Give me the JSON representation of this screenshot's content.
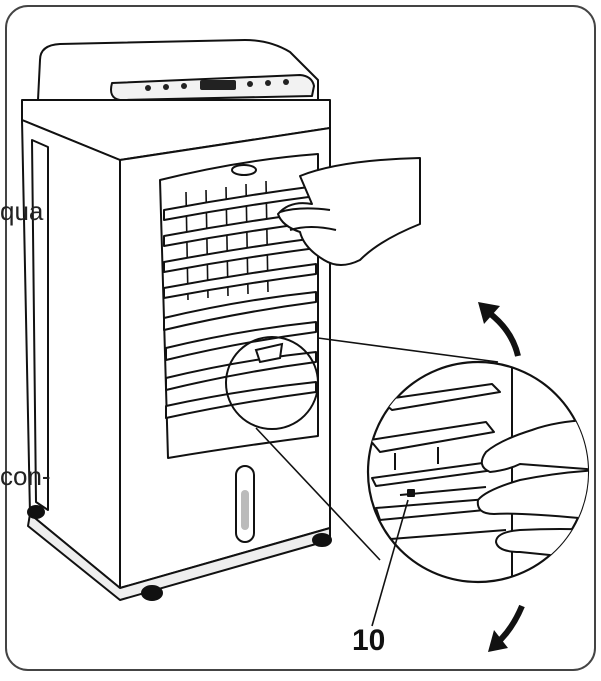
{
  "illustration": {
    "subject": "evaporative-air-cooler",
    "cut_text_top": "qua",
    "cut_text_bottom": "con-",
    "callout_number": "10",
    "arrow_top": "rotate-up-arrow",
    "arrow_bottom": "rotate-down-arrow"
  }
}
